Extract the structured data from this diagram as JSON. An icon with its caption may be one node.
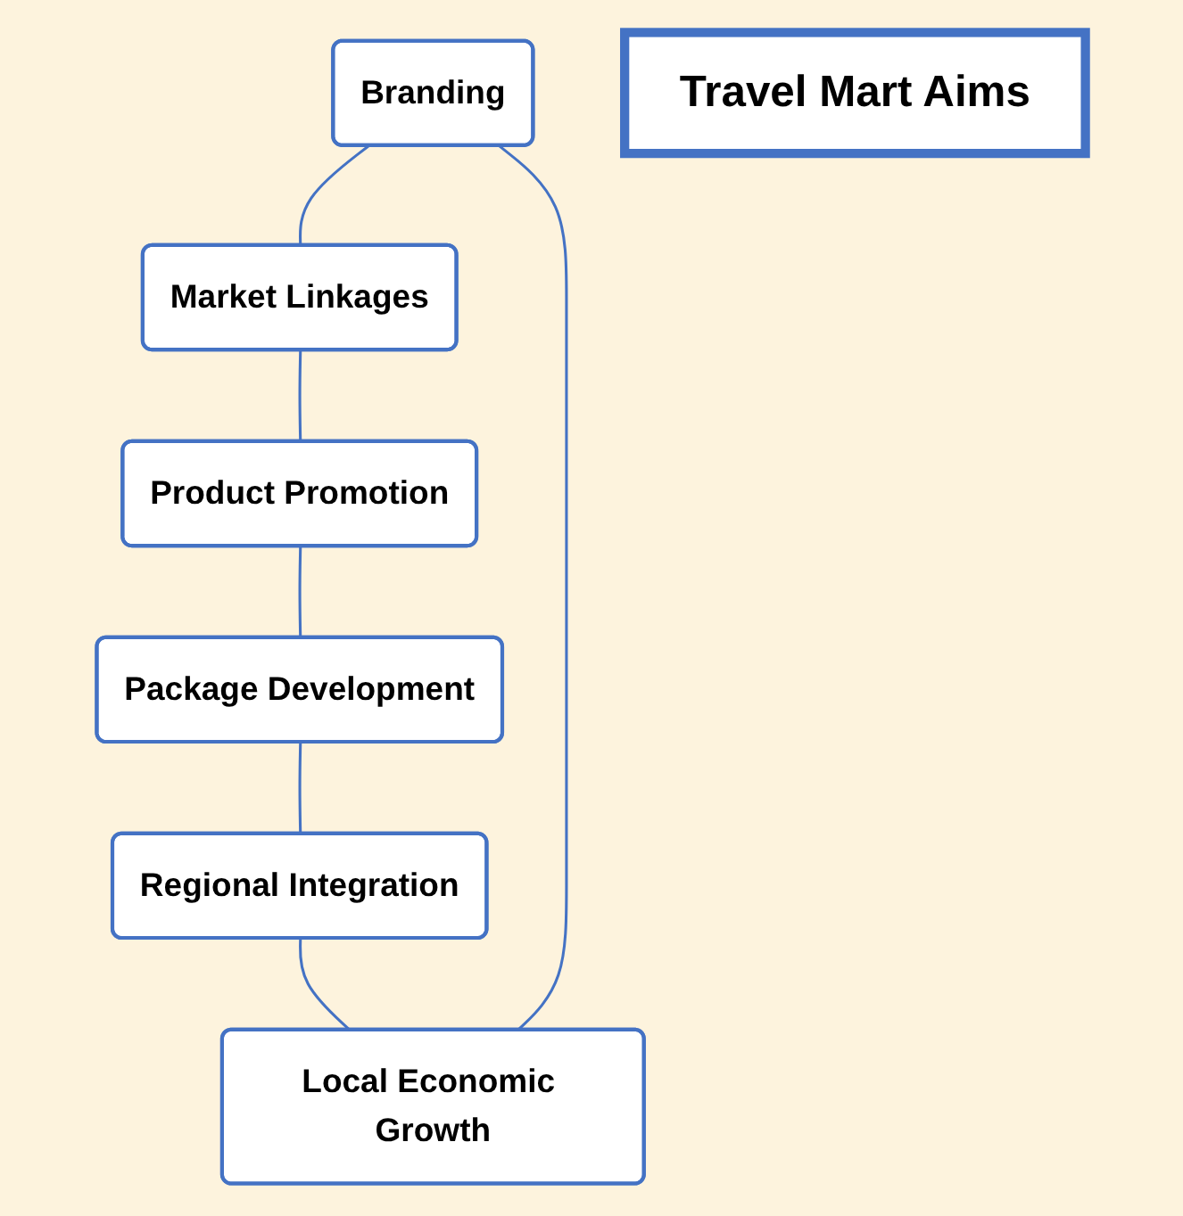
{
  "diagram": {
    "nodes": [
      {
        "text": [
          "Branding"
        ]
      },
      {
        "text": [
          "Market Linkages"
        ]
      },
      {
        "text": [
          "Product Promotion"
        ]
      },
      {
        "text": [
          "Package Development"
        ]
      },
      {
        "text": [
          "Regional Integration"
        ]
      },
      {
        "text": [
          "Local Economic Growth"
        ]
      },
      {
        "text": [
          "Travel Mart Aims"
        ]
      }
    ],
    "edges": [
      {
        "from": 0,
        "to": 1,
        "arrow": "none"
      },
      {
        "from": 1,
        "to": 2,
        "arrow": "none"
      },
      {
        "from": 2,
        "to": 3,
        "arrow": "none"
      },
      {
        "from": 3,
        "to": 4,
        "arrow": "none"
      },
      {
        "from": 4,
        "to": 5,
        "arrow": "none"
      },
      {
        "from": 5,
        "to": 0,
        "arrow": "none"
      }
    ]
  }
}
